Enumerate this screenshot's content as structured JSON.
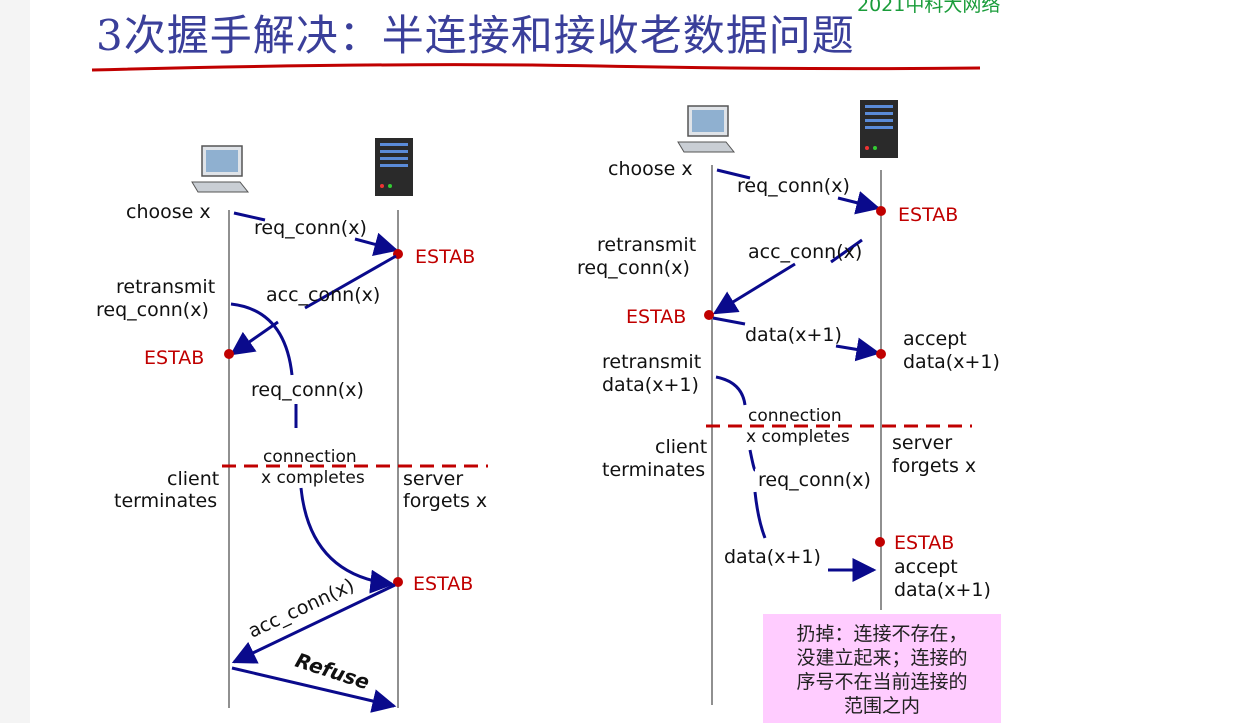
{
  "title": "3次握手解决：半连接和接收老数据问题",
  "watermark": "2021中科大网络",
  "colors": {
    "title": "#3a3f9a",
    "arrow": "#0a0a8c",
    "estab": "#c00000",
    "underline": "#c00000",
    "note_bg": "#ffccff",
    "watermark": "#1a9c3a"
  },
  "icons": [
    "client-computer-icon",
    "server-tower-icon"
  ],
  "left": {
    "choose": "choose x",
    "req1": "req_conn(x)",
    "estab_server": "ESTAB",
    "retransmit1": "retransmit",
    "retransmit2": "req_conn(x)",
    "acc1": "acc_conn(x)",
    "estab_client": "ESTAB",
    "req2": "req_conn(x)",
    "conn1": "connection",
    "conn2": "x completes",
    "client1": "client",
    "client2": "terminates",
    "server1": "server",
    "server2": "forgets x",
    "estab_server2": "ESTAB",
    "acc2": "acc_conn(x)",
    "refuse": "Refuse"
  },
  "right": {
    "choose": "choose x",
    "req1": "req_conn(x)",
    "estab_server": "ESTAB",
    "retransmit1": "retransmit",
    "retransmit2": "req_conn(x)",
    "acc1": "acc_conn(x)",
    "estab_client": "ESTAB",
    "data1": "data(x+1)",
    "accept1a": "accept",
    "accept1b": "data(x+1)",
    "retrans_data1": "retransmit",
    "retrans_data2": "data(x+1)",
    "conn1": "connection",
    "conn2": "x completes",
    "client1": "client",
    "client2": "terminates",
    "server1": "server",
    "server2": "forgets x",
    "req2": "req_conn(x)",
    "estab_server2": "ESTAB",
    "data2": "data(x+1)",
    "accept2a": "accept",
    "accept2b": "data(x+1)"
  },
  "note": [
    "扔掉：连接不存在，",
    "没建立起来；连接的",
    "序号不在当前连接的",
    "范围之内"
  ]
}
